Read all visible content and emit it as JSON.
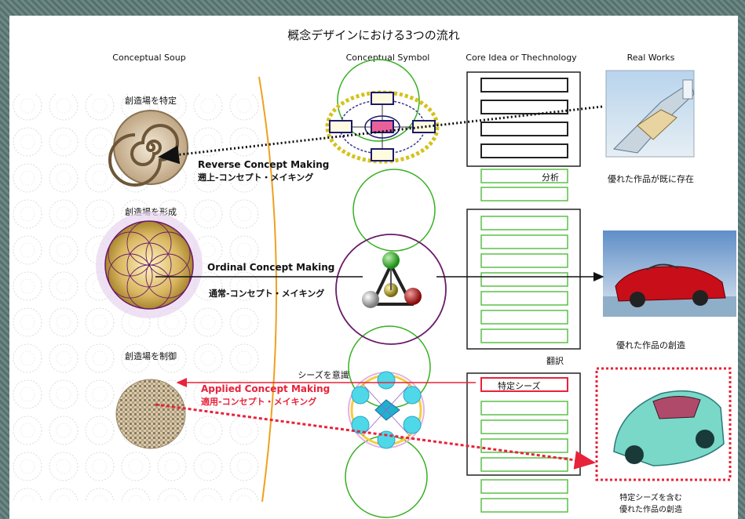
{
  "title": "概念デザインにおける3つの流れ",
  "columns": {
    "soup": "Conceptual Soup",
    "symbol": "Conceptual Symbol",
    "core": "Core Idea or Thechnology",
    "works": "Real Works"
  },
  "stages": {
    "identify": "創造場を特定",
    "form": "創造場を形成",
    "control": "創造場を制御"
  },
  "flows": {
    "reverse_en": "Reverse Concept Making",
    "reverse_jp": "遡上-コンセプト・メイキング",
    "ordinal_en": "Ordinal Concept Making",
    "ordinal_jp": "通常-コンセプト・メイキング",
    "applied_en": "Applied Concept  Making",
    "applied_jp": "適用-コンセプト・メイキング",
    "seeds_aware": "シーズを意識"
  },
  "core": {
    "analysis": "分析",
    "translation": "翻訳",
    "specific_seeds": "特定シーズ"
  },
  "works": {
    "existing": "優れた作品が既に存在",
    "create": "優れた作品の創造",
    "create_seed_line1": "特定シーズを含む",
    "create_seed_line2": "優れた作品の創造"
  },
  "colors": {
    "accent_red": "#e8223a",
    "circle_green": "#35b020",
    "circle_purple": "#6a1a6a",
    "dotted_yellow": "#d4c21a",
    "cell_green": "#5cc048",
    "orange_arc": "#f0a020"
  }
}
